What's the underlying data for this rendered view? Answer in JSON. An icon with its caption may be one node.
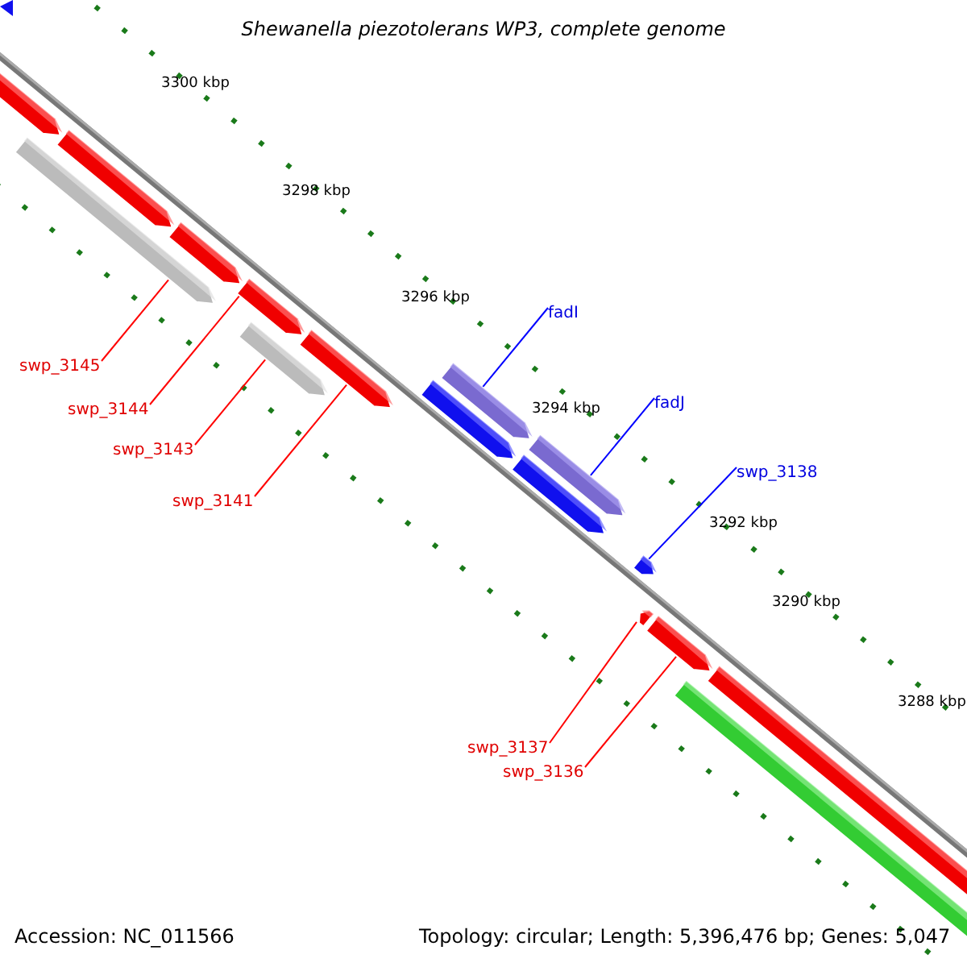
{
  "diagram": {
    "title": "Shewanella piezotolerans WP3, complete genome",
    "nodes": [
      {
        "text": [
          "swp_3145"
        ]
      },
      {
        "text": [
          "swp_3144"
        ]
      },
      {
        "text": [
          "swp_3143"
        ]
      },
      {
        "text": [
          "swp_3141"
        ]
      },
      {
        "text": [
          "fadI"
        ]
      },
      {
        "text": [
          "fadJ"
        ]
      },
      {
        "text": [
          "swp_3138"
        ]
      },
      {
        "text": [
          "swp_3137"
        ]
      },
      {
        "text": [
          "swp_3136"
        ]
      },
      {
        "text": [],
        "shape": "arrow"
      },
      {
        "text": [],
        "shape": "arrow"
      },
      {
        "text": [],
        "shape": "arrow"
      },
      {
        "text": [],
        "shape": "arrow"
      },
      {
        "text": [],
        "shape": "arrow"
      },
      {
        "text": [],
        "shape": "arrow"
      },
      {
        "text": [],
        "shape": "arrow"
      },
      {
        "text": [],
        "shape": "arrow"
      },
      {
        "text": [],
        "shape": "arrow"
      }
    ],
    "edges": [
      {
        "from": 0,
        "to": 9,
        "arrow": "none"
      },
      {
        "from": 1,
        "to": 10,
        "arrow": "none"
      },
      {
        "from": 2,
        "to": 11,
        "arrow": "none"
      },
      {
        "from": 3,
        "to": 12,
        "arrow": "none"
      },
      {
        "from": 4,
        "to": 13,
        "arrow": "none",
        "color": "#0000ff"
      },
      {
        "from": 5,
        "to": 14,
        "arrow": "none",
        "color": "#0000ff"
      },
      {
        "from": 6,
        "to": 15,
        "arrow": "none",
        "color": "#0000ff"
      },
      {
        "from": 7,
        "to": 16,
        "arrow": "none"
      },
      {
        "from": 8,
        "to": 17,
        "arrow": "none"
      }
    ],
    "labels": [
      "3300 kbp",
      "3298 kbp",
      "3296 kbp",
      "3294 kbp",
      "3292 kbp",
      "3290 kbp",
      "3288 kbp",
      "Accession: NC_011566",
      "Topology: circular; Length: 5,396,476 bp; Genes: 5,047"
    ]
  }
}
